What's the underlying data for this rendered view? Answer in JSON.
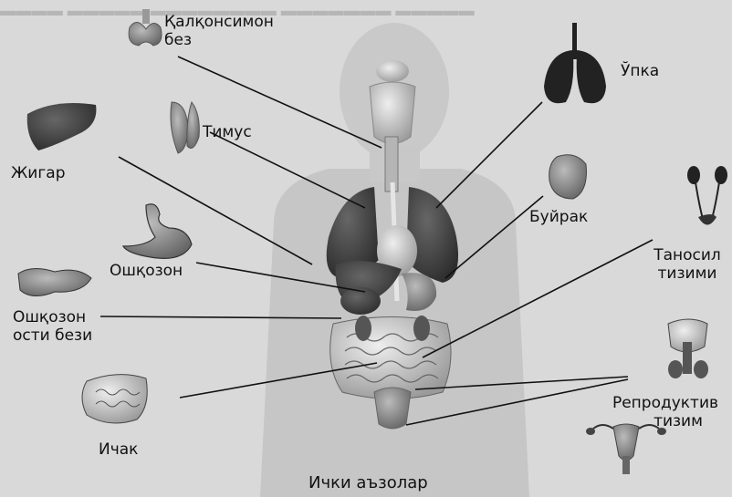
{
  "colors": {
    "background": "#d9d9d9",
    "organ_dark": "#3a3a3a",
    "organ_mid": "#6e6e6e",
    "organ_light": "#a8a8a8",
    "line": "#111111"
  },
  "labels": {
    "thyroid": [
      "Қалқонсимон",
      "без"
    ],
    "lungs": "Ўпка",
    "thymus": "Тимус",
    "liver": "Жигар",
    "kidney": "Буйрак",
    "stomach": "Ошқозон",
    "urinary": [
      "Таносил",
      "тизими"
    ],
    "pancreas": [
      "Ошқозон",
      "ости бези"
    ],
    "intestine": "Ичак",
    "reproductive": [
      "Репродуктив",
      "тизим"
    ],
    "caption": "Ички аъзолар"
  },
  "icons": {
    "thyroid": "thyroid-gland-icon",
    "lungs": "lungs-icon",
    "thymus": "thymus-icon",
    "liver": "liver-icon",
    "kidney": "kidney-icon",
    "stomach": "stomach-icon",
    "urinary": "urinary-system-icon",
    "pancreas": "pancreas-icon",
    "intestine": "intestine-icon",
    "reproductive_male": "male-reproductive-icon",
    "reproductive_female": "female-reproductive-icon"
  }
}
